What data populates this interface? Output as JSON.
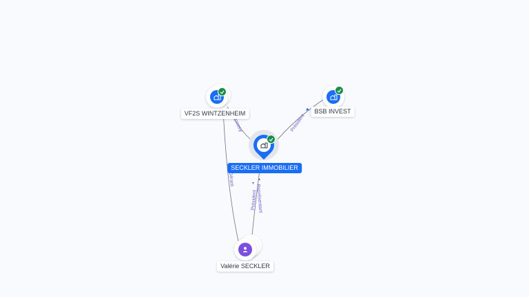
{
  "graph": {
    "nodes": [
      {
        "id": "vf2s",
        "label": "VF2S WINTZENHEIM",
        "type": "company",
        "verified": true
      },
      {
        "id": "bsb",
        "label": "BSB INVEST",
        "type": "company",
        "verified": true
      },
      {
        "id": "seckler",
        "label": "SECKLER IMMOBILIER",
        "type": "company",
        "verified": true,
        "focus": true
      },
      {
        "id": "valerie",
        "label": "Valérie SECKLER",
        "type": "person",
        "verified": false
      }
    ],
    "edges": [
      {
        "from": "vf2s",
        "to": "seckler",
        "label": "Associé"
      },
      {
        "from": "bsb",
        "to": "seckler",
        "label": "Président"
      },
      {
        "from": "valerie",
        "to": "vf2s",
        "label": "Gérant"
      },
      {
        "from": "valerie",
        "to": "seckler",
        "label": "Président"
      },
      {
        "from": "valerie",
        "to": "seckler",
        "label": "Représentant"
      }
    ]
  },
  "colors": {
    "company": "#1a6ef5",
    "person": "#7b4fe0",
    "verified": "#1a8f4c",
    "edge": "#6b7280",
    "edge_label": "#6c5fd6"
  }
}
